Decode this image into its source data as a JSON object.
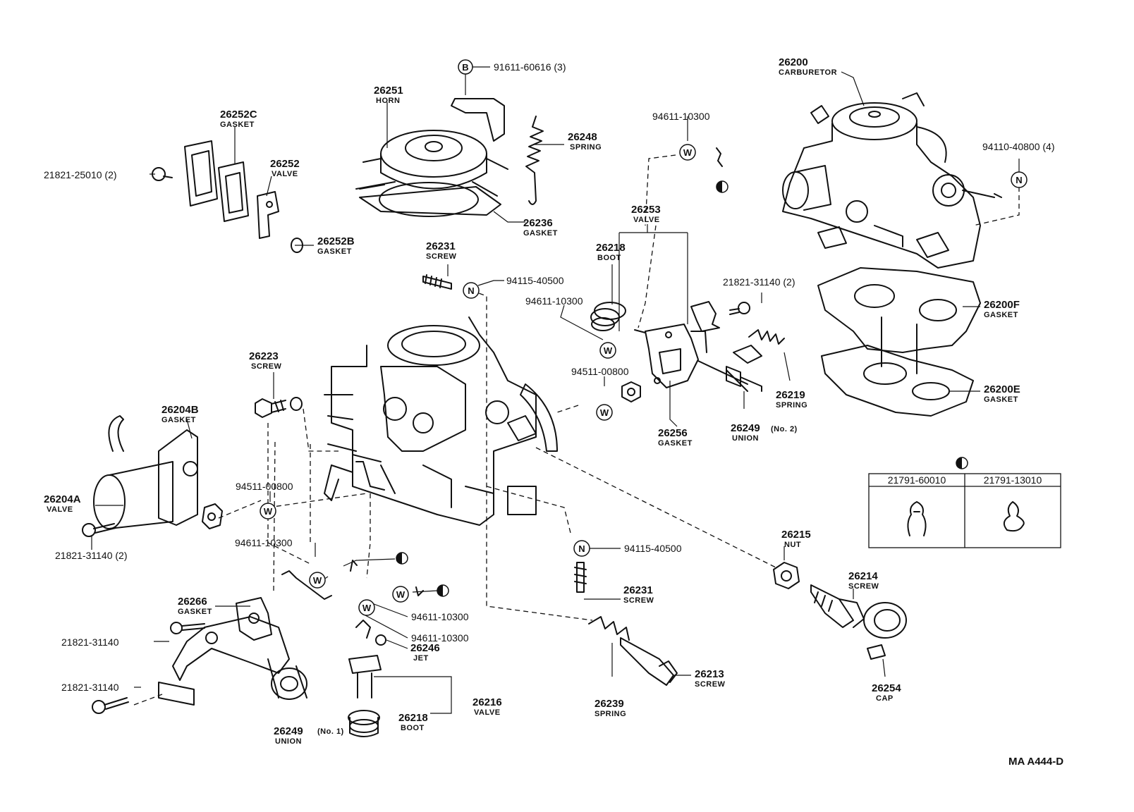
{
  "diagram_code": "MA A444-D",
  "symbols": {
    "B": "B",
    "N": "N",
    "W": "W"
  },
  "callouts": [
    {
      "id": "c91611",
      "number": "91611-60616 (3)",
      "name": ""
    },
    {
      "id": "c26251",
      "number": "26251",
      "name": "HORN"
    },
    {
      "id": "c26252c",
      "number": "26252C",
      "name": "GASKET"
    },
    {
      "id": "c26252",
      "number": "26252",
      "name": "VALVE"
    },
    {
      "id": "c21821_25010",
      "number": "21821-25010 (2)",
      "name": ""
    },
    {
      "id": "c26252b",
      "number": "26252B",
      "name": "GASKET"
    },
    {
      "id": "c26248",
      "number": "26248",
      "name": "SPRING"
    },
    {
      "id": "c26236",
      "number": "26236",
      "name": "GASKET"
    },
    {
      "id": "c94611_top",
      "number": "94611-10300",
      "name": ""
    },
    {
      "id": "c26200",
      "number": "26200",
      "name": "CARBURETOR"
    },
    {
      "id": "c94110",
      "number": "94110-40800 (4)",
      "name": ""
    },
    {
      "id": "c26253",
      "number": "26253",
      "name": "VALVE"
    },
    {
      "id": "c26218_top",
      "number": "26218",
      "name": "BOOT"
    },
    {
      "id": "c26231_top",
      "number": "26231",
      "name": "SCREW"
    },
    {
      "id": "c94115_top",
      "number": "94115-40500",
      "name": ""
    },
    {
      "id": "c94611_mid",
      "number": "94611-10300",
      "name": ""
    },
    {
      "id": "c21821_31140_2a",
      "number": "21821-31140 (2)",
      "name": ""
    },
    {
      "id": "c26200f",
      "number": "26200F",
      "name": "GASKET"
    },
    {
      "id": "c26223",
      "number": "26223",
      "name": "SCREW"
    },
    {
      "id": "c94511_top",
      "number": "94511-00800",
      "name": ""
    },
    {
      "id": "c26219",
      "number": "26219",
      "name": "SPRING"
    },
    {
      "id": "c26200e",
      "number": "26200E",
      "name": "GASKET"
    },
    {
      "id": "c26204b",
      "number": "26204B",
      "name": "GASKET"
    },
    {
      "id": "c26256",
      "number": "26256",
      "name": "GASKET"
    },
    {
      "id": "c26249_no2",
      "number": "26249",
      "qualifier": "(No. 2)",
      "name": "UNION"
    },
    {
      "id": "c26204a",
      "number": "26204A",
      "name": "VALVE"
    },
    {
      "id": "c94511_left",
      "number": "94511-00800",
      "name": ""
    },
    {
      "id": "c21821_31140_2b",
      "number": "21821-31140 (2)",
      "name": ""
    },
    {
      "id": "c94611_left",
      "number": "94611-10300",
      "name": ""
    },
    {
      "id": "c94115_bot",
      "number": "94115-40500",
      "name": ""
    },
    {
      "id": "c26215",
      "number": "26215",
      "name": "NUT"
    },
    {
      "id": "c26231_bot",
      "number": "26231",
      "name": "SCREW"
    },
    {
      "id": "c26214",
      "number": "26214",
      "name": "SCREW"
    },
    {
      "id": "c26266",
      "number": "26266",
      "name": "GASKET"
    },
    {
      "id": "c94611_b1",
      "number": "94611-10300",
      "name": ""
    },
    {
      "id": "c94611_b2",
      "number": "94611-10300",
      "name": ""
    },
    {
      "id": "c21821_31140_a",
      "number": "21821-31140",
      "name": ""
    },
    {
      "id": "c26246",
      "number": "26246",
      "name": "JET"
    },
    {
      "id": "c26213",
      "number": "26213",
      "name": "SCREW"
    },
    {
      "id": "c21821_31140_b",
      "number": "21821-31140",
      "name": ""
    },
    {
      "id": "c26216",
      "number": "26216",
      "name": "VALVE"
    },
    {
      "id": "c26239",
      "number": "26239",
      "name": "SPRING"
    },
    {
      "id": "c26254",
      "number": "26254",
      "name": "CAP"
    },
    {
      "id": "c26249_no1",
      "number": "26249",
      "qualifier": "(No. 1)",
      "name": "UNION"
    },
    {
      "id": "c26218_bot",
      "number": "26218",
      "name": "BOOT"
    }
  ],
  "clip_table": {
    "columns": [
      "21791-60010",
      "21791-13010"
    ]
  }
}
